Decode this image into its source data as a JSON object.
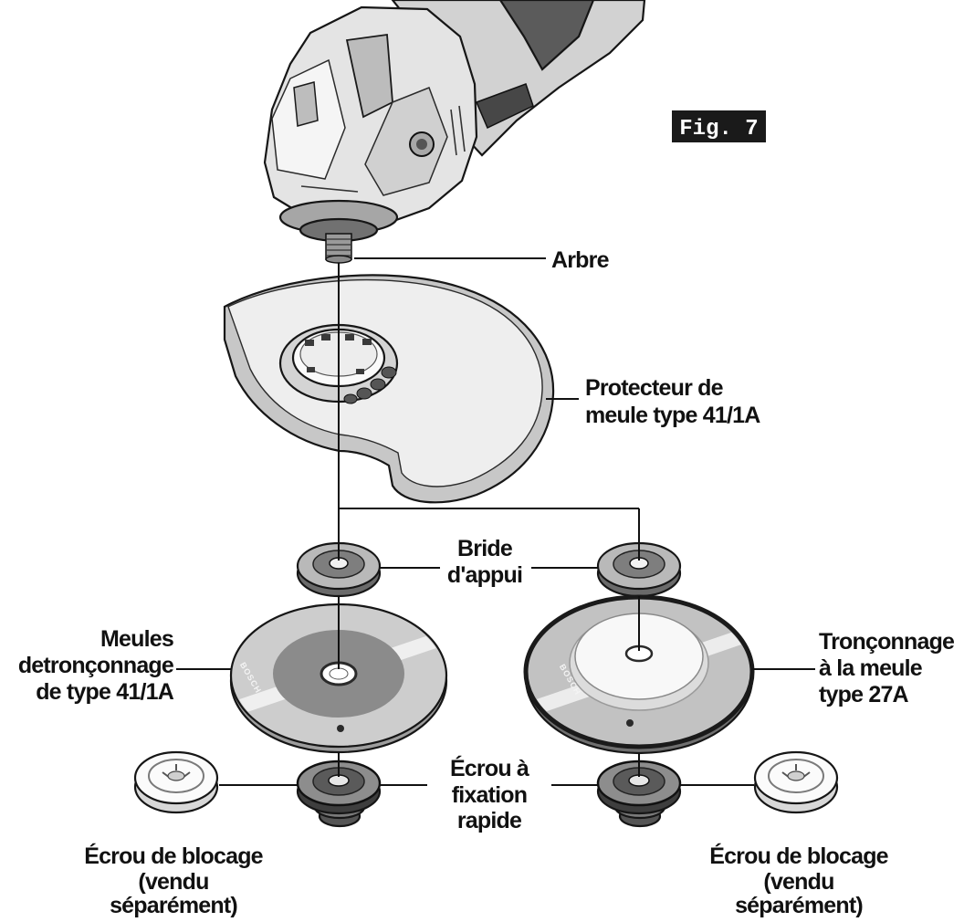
{
  "figure": {
    "label": "Fig. 7"
  },
  "labels": {
    "spindle": "Arbre",
    "guard": [
      "Protecteur de",
      "meule type 41/1A"
    ],
    "backing_flange": [
      "Bride",
      "d'appui"
    ],
    "type_41_wheel": [
      "Meules",
      "detronçonnage",
      "de type 41/1A"
    ],
    "type_27_wheel": [
      "Tronçonnage",
      "à la meule",
      "type 27A"
    ],
    "quick_nut": [
      "Écrou à",
      "fixation",
      "rapide"
    ],
    "lock_nut_left": [
      "Écrou de blocage",
      "(vendu",
      "séparément)"
    ],
    "lock_nut_right": [
      "Écrou de blocage",
      "(vendu",
      "séparément)"
    ]
  },
  "wheel_brand": "BOSCH",
  "colors": {
    "ink": "#111111",
    "figure_badge_background": "#1a1a1a",
    "figure_badge_text": "#ffffff",
    "background": "#ffffff"
  }
}
